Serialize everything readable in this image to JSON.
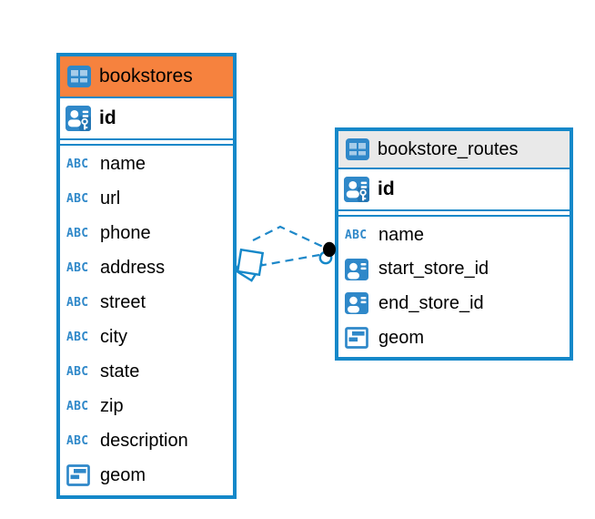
{
  "colors": {
    "table_border": "#1588C9",
    "bookstores_header_bg": "#F6823E",
    "routes_header_bg": "#E9E9E9",
    "icon_blue": "#2F88C9",
    "icon_cell_light_blue": "#A6CCE9",
    "connector_blue": "#1E88C9",
    "connector_dot_black": "#000000",
    "text": "#000000"
  },
  "icons": {
    "text_type_label": "ABC"
  },
  "tables": [
    {
      "name": "bookstores",
      "primary_key": {
        "name": "id"
      },
      "columns": [
        {
          "name": "name",
          "type": "text"
        },
        {
          "name": "url",
          "type": "text"
        },
        {
          "name": "phone",
          "type": "text"
        },
        {
          "name": "address",
          "type": "text"
        },
        {
          "name": "street",
          "type": "text"
        },
        {
          "name": "city",
          "type": "text"
        },
        {
          "name": "state",
          "type": "text"
        },
        {
          "name": "zip",
          "type": "text"
        },
        {
          "name": "description",
          "type": "text"
        },
        {
          "name": "geom",
          "type": "geometry"
        }
      ]
    },
    {
      "name": "bookstore_routes",
      "primary_key": {
        "name": "id"
      },
      "columns": [
        {
          "name": "name",
          "type": "text"
        },
        {
          "name": "start_store_id",
          "type": "reference"
        },
        {
          "name": "end_store_id",
          "type": "reference"
        },
        {
          "name": "geom",
          "type": "geometry"
        }
      ]
    }
  ],
  "relationships": [
    {
      "from_table": "bookstores",
      "from_column": "id",
      "to_table": "bookstore_routes",
      "to_column": "start_store_id",
      "style": "dashed"
    },
    {
      "from_table": "bookstores",
      "from_column": "id",
      "to_table": "bookstore_routes",
      "to_column": "end_store_id",
      "style": "dashed"
    }
  ]
}
